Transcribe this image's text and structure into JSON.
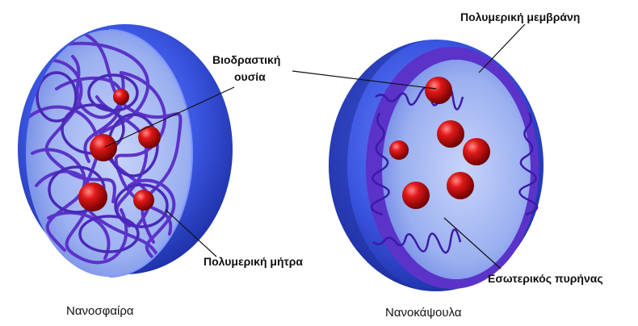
{
  "labels": {
    "bioactive_line1": "Βιοδραστική",
    "bioactive_line2": "ουσία",
    "polymer_membrane": "Πολυμερική μεμβράνη",
    "polymer_matrix": "Πολυμερική μήτρα",
    "inner_core": "Εσωτερικός πυρήνας"
  },
  "captions": {
    "nanosphere": "Νανοσφαίρα",
    "nanocapsule": "Νανοκάψουλα"
  },
  "colors": {
    "shell": "#3a55e0",
    "shell_dark": "#1a2ca0",
    "interior": "#8ea6ee",
    "polymer": "#5b33c9",
    "particle": "#c01010"
  }
}
